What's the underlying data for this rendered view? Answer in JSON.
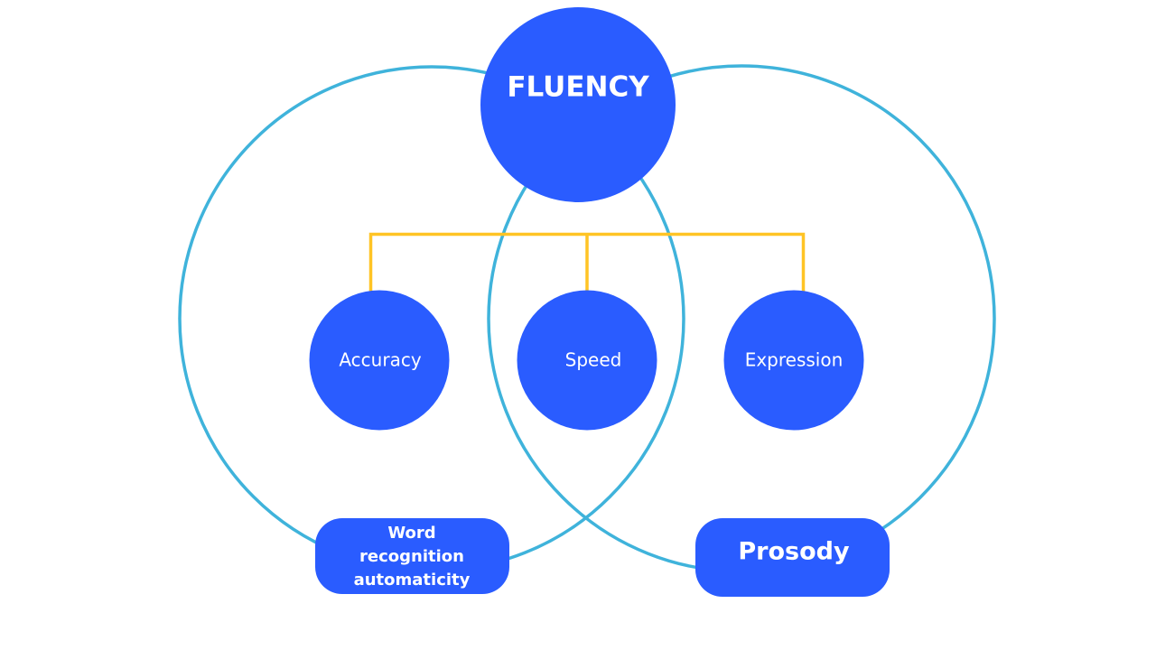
{
  "diagram": {
    "title": "FLUENCY",
    "components": [
      {
        "id": "accuracy",
        "label": "Accuracy"
      },
      {
        "id": "speed",
        "label": "Speed"
      },
      {
        "id": "expression",
        "label": "Expression"
      }
    ],
    "domains": [
      {
        "id": "word-recognition",
        "label_lines": [
          "Word",
          "recognition",
          "automaticity"
        ]
      },
      {
        "id": "prosody",
        "label_lines": [
          "Prosody"
        ]
      }
    ],
    "colors": {
      "node_fill": "#2A5CFF",
      "outline": "#3FB3DB",
      "connector": "#FFC425",
      "text": "#FFFFFF"
    }
  }
}
